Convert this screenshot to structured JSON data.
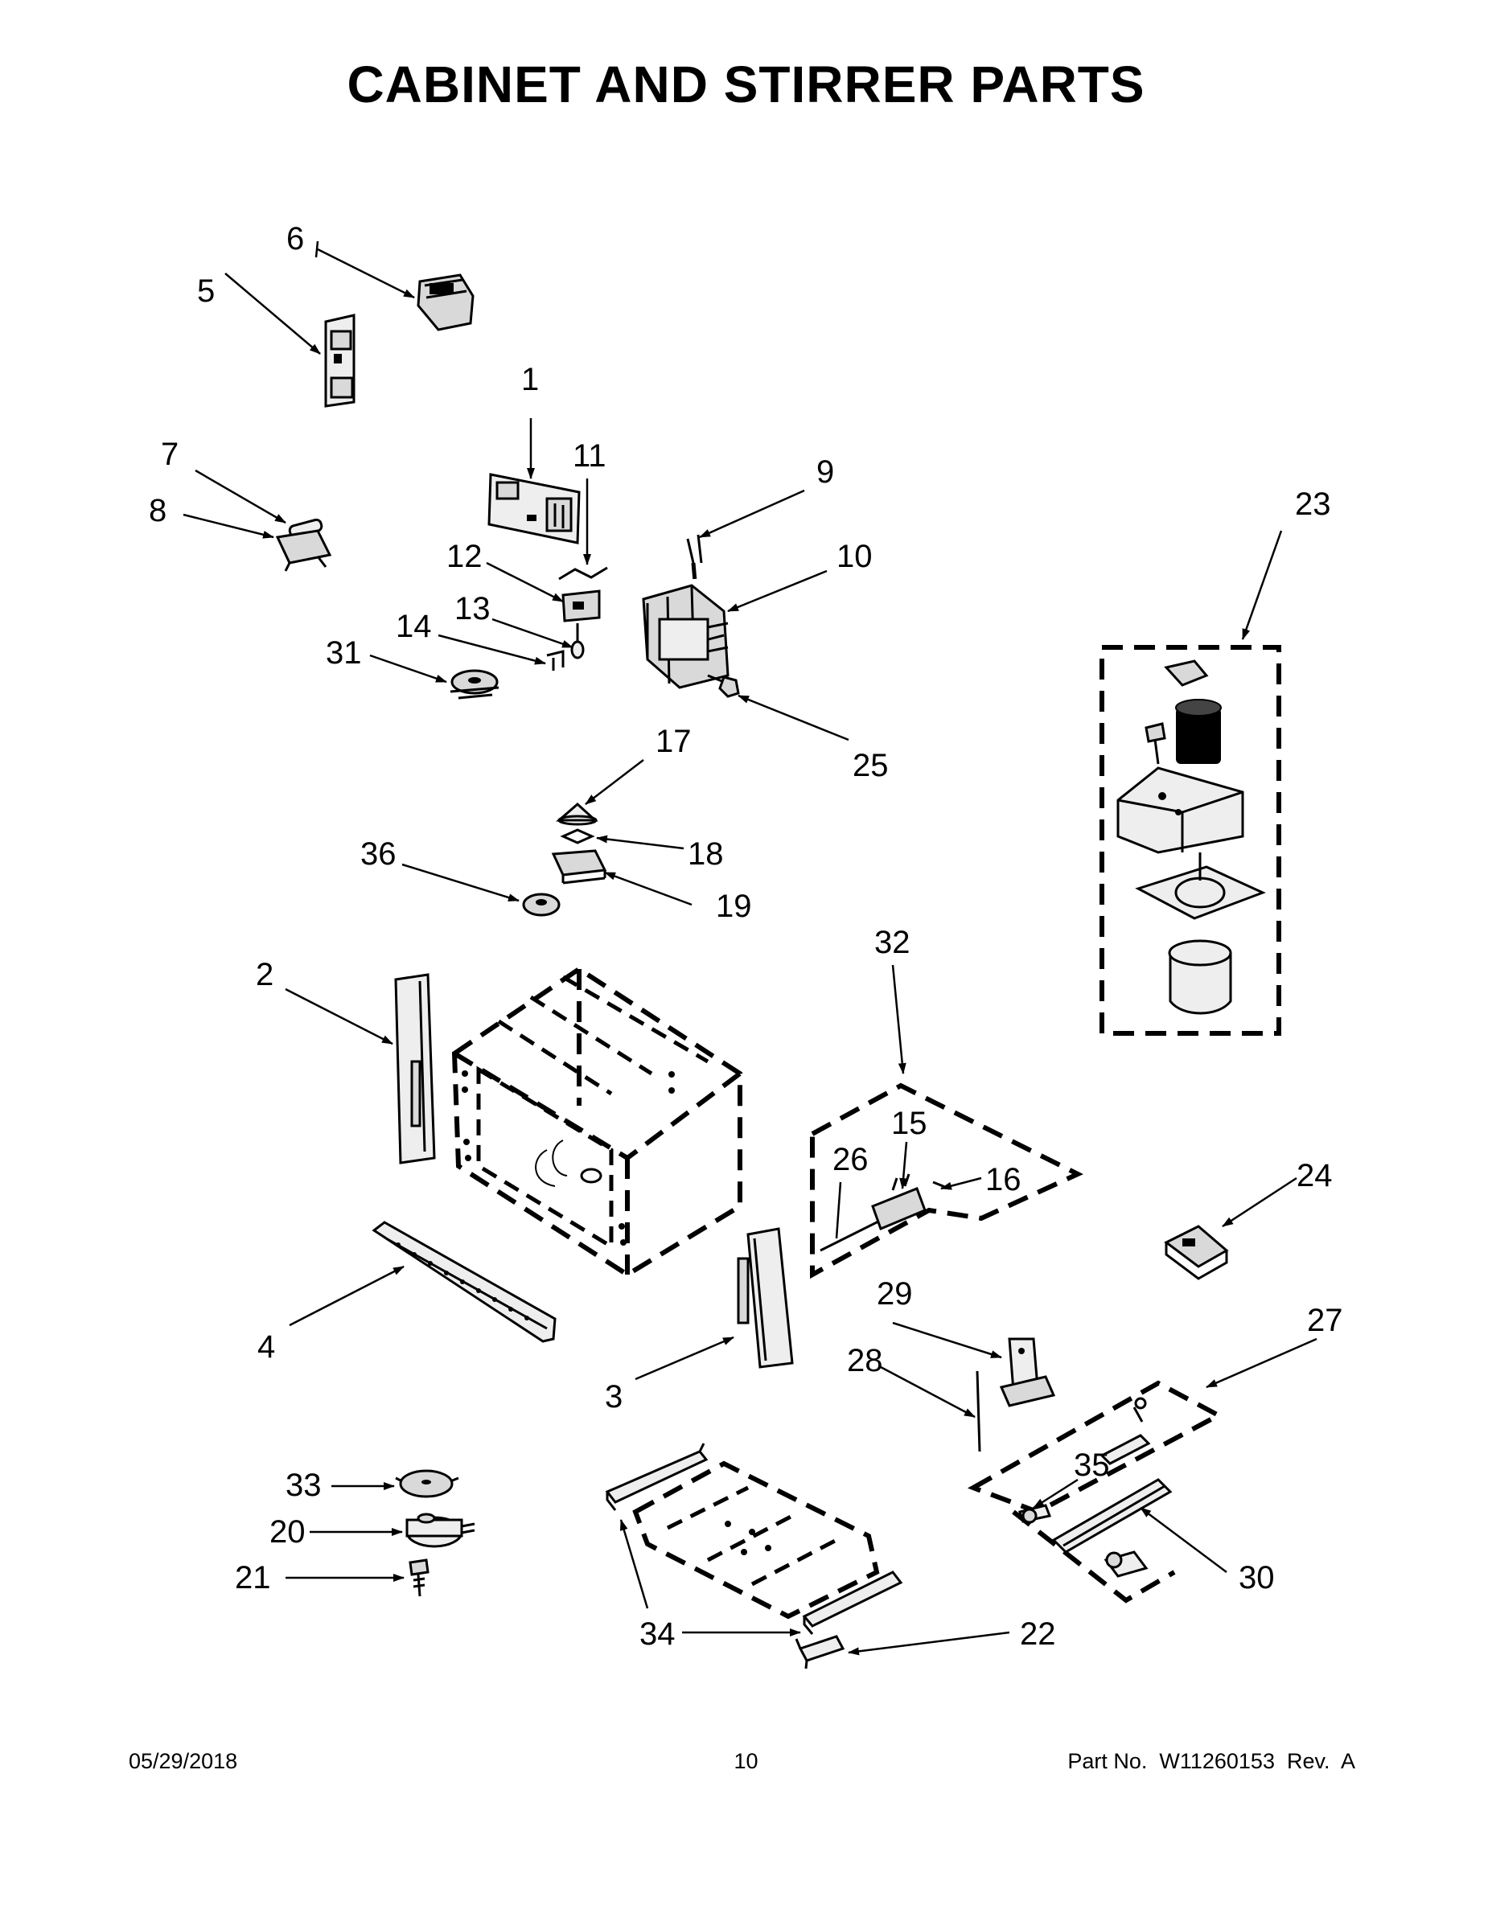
{
  "title": "CABINET AND STIRRER PARTS",
  "callouts": [
    {
      "id": 1,
      "text": "1"
    },
    {
      "id": 2,
      "text": "2"
    },
    {
      "id": 3,
      "text": "3"
    },
    {
      "id": 4,
      "text": "4"
    },
    {
      "id": 5,
      "text": "5"
    },
    {
      "id": 6,
      "text": "6"
    },
    {
      "id": 7,
      "text": "7"
    },
    {
      "id": 8,
      "text": "8"
    },
    {
      "id": 9,
      "text": "9"
    },
    {
      "id": 10,
      "text": "10"
    },
    {
      "id": 11,
      "text": "11"
    },
    {
      "id": 12,
      "text": "12"
    },
    {
      "id": 13,
      "text": "13"
    },
    {
      "id": 14,
      "text": "14"
    },
    {
      "id": 15,
      "text": "15"
    },
    {
      "id": 16,
      "text": "16"
    },
    {
      "id": 17,
      "text": "17"
    },
    {
      "id": 18,
      "text": "18"
    },
    {
      "id": 19,
      "text": "19"
    },
    {
      "id": 20,
      "text": "20"
    },
    {
      "id": 21,
      "text": "21"
    },
    {
      "id": 22,
      "text": "22"
    },
    {
      "id": 23,
      "text": "23"
    },
    {
      "id": 24,
      "text": "24"
    },
    {
      "id": 25,
      "text": "25"
    },
    {
      "id": 26,
      "text": "26"
    },
    {
      "id": 27,
      "text": "27"
    },
    {
      "id": 28,
      "text": "28"
    },
    {
      "id": 29,
      "text": "29"
    },
    {
      "id": 30,
      "text": "30"
    },
    {
      "id": 31,
      "text": "31"
    },
    {
      "id": 32,
      "text": "32"
    },
    {
      "id": 33,
      "text": "33"
    },
    {
      "id": 34,
      "text": "34"
    },
    {
      "id": 35,
      "text": "35"
    },
    {
      "id": 36,
      "text": "36"
    }
  ],
  "footer": {
    "date": "05/29/2018",
    "page": "10",
    "part_no": "Part No.  W11260153  Rev.  A"
  }
}
